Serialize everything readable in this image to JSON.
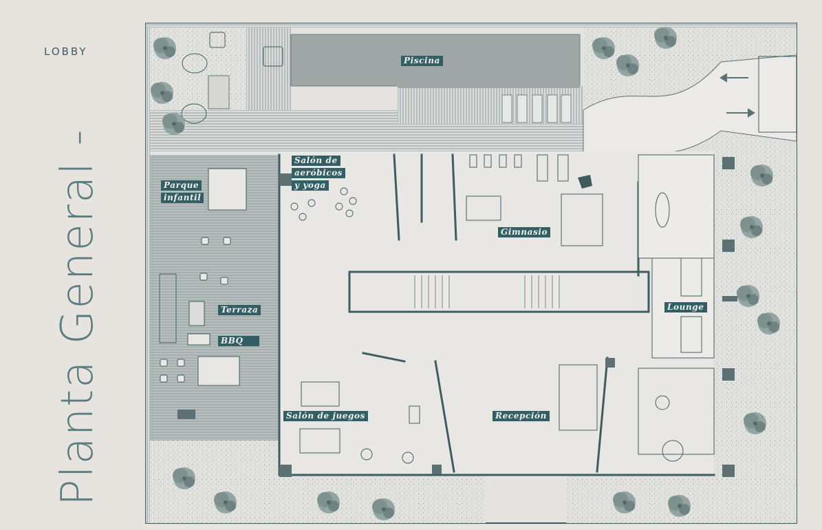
{
  "header": {
    "section": "LOBBY",
    "title": "Planta General -"
  },
  "colors": {
    "background": "#e7e4df",
    "ink": "#3e5c60",
    "label_bg": "#335e63",
    "pool": "#9da7a6",
    "deck": "#a9b2b1",
    "vegetation": "#7f9290"
  },
  "rooms": {
    "piscina": "Piscina",
    "parque": [
      "Parque",
      "infantil"
    ],
    "aerobicos": [
      "Salón de",
      "aeróbicos",
      "y yoga"
    ],
    "gimnasio": "Gimnasio",
    "terraza": "Terraza",
    "bbq": "BBQ",
    "lounge": "Lounge",
    "juegos": "Salón de juegos",
    "recepcion": "Recepción"
  },
  "icons": [
    "arrow-left-icon",
    "arrow-right-icon",
    "tree-icon",
    "lounge-chair-icon",
    "table-icon",
    "gym-equipment-icon"
  ]
}
